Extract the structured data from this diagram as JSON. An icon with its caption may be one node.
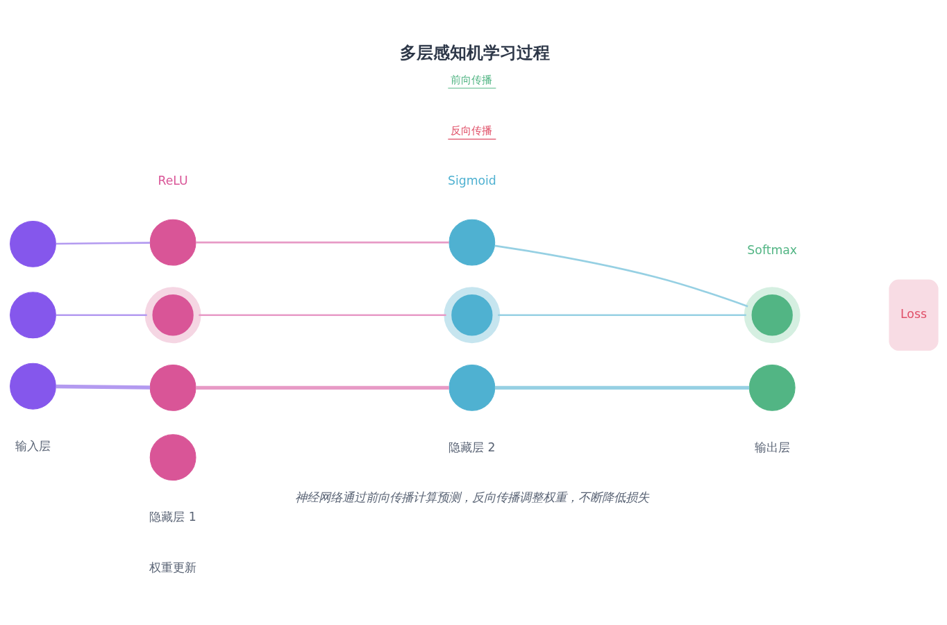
{
  "diagram": {
    "title": "多层感知机学习过程",
    "caption": "神经网络通过前向传播计算预测，反向传播调整权重，不断降低损失",
    "nodes": [
      {
        "text": [],
        "shape": "circle"
      },
      {
        "text": [],
        "shape": "circle"
      },
      {
        "text": [],
        "shape": "circle"
      },
      {
        "text": [],
        "shape": "circle"
      },
      {
        "text": [],
        "shape": "circle"
      },
      {
        "text": [],
        "shape": "circle"
      },
      {
        "text": [],
        "shape": "circle"
      },
      {
        "text": [],
        "shape": "circle"
      },
      {
        "text": [],
        "shape": "circle"
      },
      {
        "text": [],
        "shape": "circle"
      },
      {
        "text": [],
        "shape": "circle"
      },
      {
        "text": [],
        "shape": "circle"
      },
      {
        "text": [
          "Loss"
        ]
      }
    ],
    "edges": [
      {
        "from": 0,
        "to": 3,
        "arrow": "none",
        "color": "#b39af0"
      },
      {
        "from": 1,
        "to": 4,
        "arrow": "none",
        "color": "#b39af0"
      },
      {
        "from": 2,
        "to": 5,
        "arrow": "none",
        "color": "#b39af0",
        "style": "thick"
      },
      {
        "from": 3,
        "to": 7,
        "arrow": "none",
        "color": "#e79ac6"
      },
      {
        "from": 4,
        "to": 8,
        "arrow": "none",
        "color": "#e79ac6"
      },
      {
        "from": 5,
        "to": 9,
        "arrow": "none",
        "color": "#e79ac6",
        "style": "thick"
      },
      {
        "from": 7,
        "to": 10,
        "arrow": "none",
        "color": "#96d0e3"
      },
      {
        "from": 8,
        "to": 10,
        "arrow": "none",
        "color": "#96d0e3"
      },
      {
        "from": 9,
        "to": 11,
        "arrow": "none",
        "color": "#96d0e3",
        "style": "thick"
      }
    ],
    "labels": [
      "ReLU",
      "Sigmoid",
      "Softmax",
      "输入层",
      "隐藏层 1",
      "隐藏层 2",
      "输出层",
      "权重更新"
    ],
    "legend": [
      {
        "text": "前向传播"
      },
      {
        "text": "反向传播"
      }
    ]
  }
}
